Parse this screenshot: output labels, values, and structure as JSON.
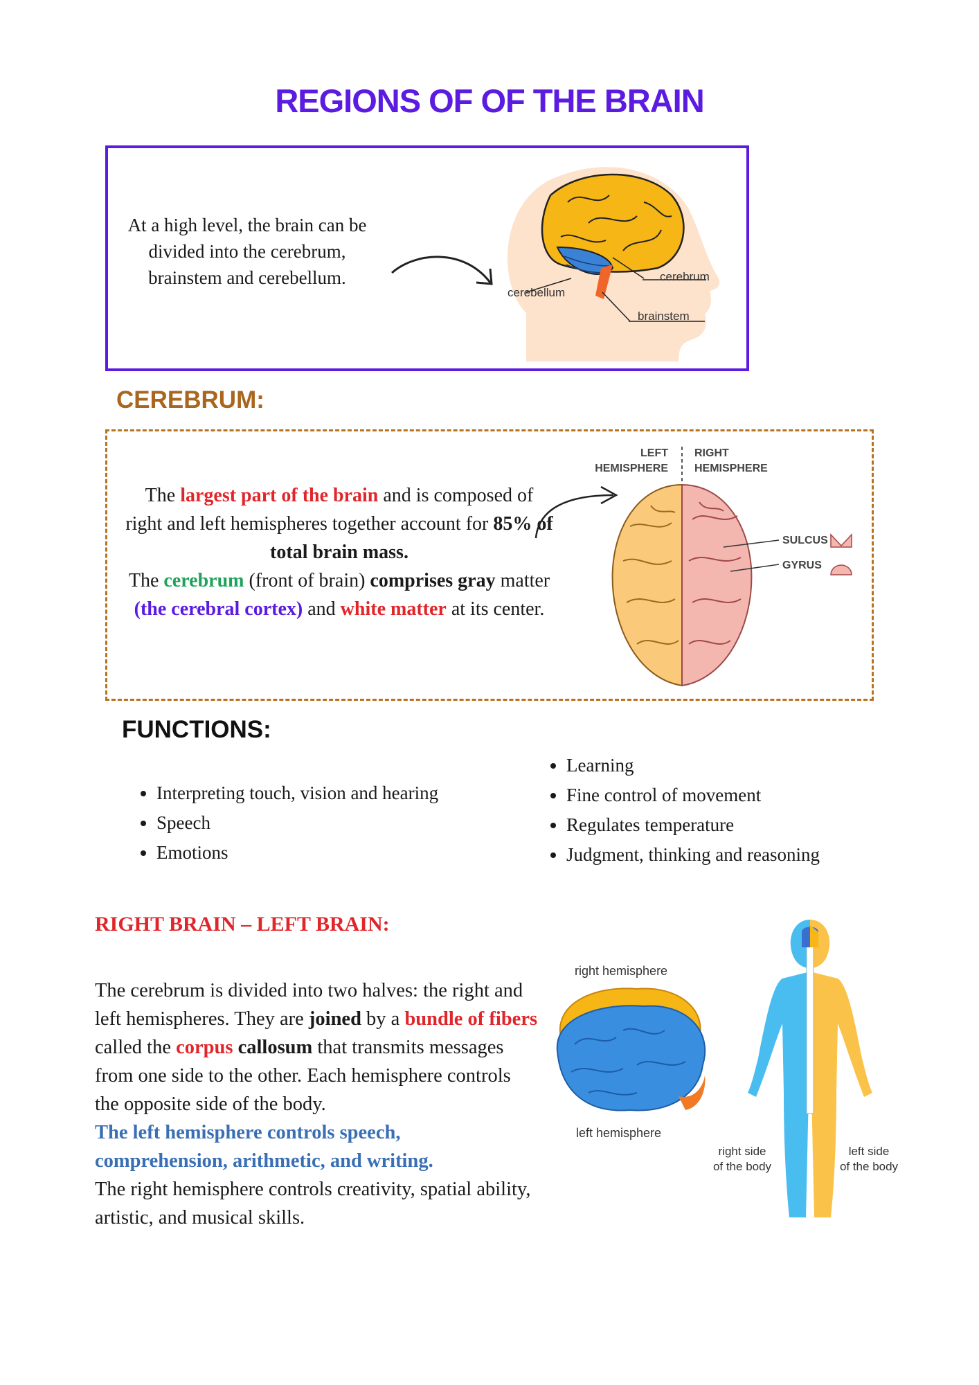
{
  "title": "REGIONS OF  OF THE BRAIN",
  "intro": {
    "text": "At a high level, the brain can be divided into the cerebrum, brainstem and cerebellum.",
    "labels": {
      "cerebrum": "cerebrum",
      "cerebellum": "cerebellum",
      "brainstem": "brainstem"
    }
  },
  "cerebrum": {
    "heading": "CEREBRUM:",
    "p1": [
      "The ",
      "largest part of the brain",
      " and is composed of right and left hemispheres together account for ",
      "85% of total brain mass."
    ],
    "p2": [
      "The ",
      "cerebrum",
      " (front of brain) ",
      "comprises gray",
      " matter ",
      "(the cerebral cortex)",
      " and ",
      "white matter",
      " at its center."
    ],
    "diagram": {
      "left_label_1": "LEFT",
      "left_label_2": "HEMISPHERE",
      "right_label_1": "RIGHT",
      "right_label_2": "HEMISPHERE",
      "sulcus": "SULCUS",
      "gyrus": "GYRUS"
    }
  },
  "functions": {
    "heading": "FUNCTIONS:",
    "left": [
      "Interpreting touch, vision and hearing",
      "Speech",
      "Emotions"
    ],
    "right": [
      "Learning",
      "Fine control of movement",
      "Regulates temperature",
      "Judgment, thinking and reasoning"
    ]
  },
  "right_left": {
    "heading": "RIGHT BRAIN – LEFT BRAIN:",
    "p1": [
      "The cerebrum is divided into two halves: the right and left hemispheres. They are ",
      "joined",
      " by a ",
      "bundle of fibers",
      " called the ",
      "corpus",
      " ",
      "callosum",
      " that transmits messages from one side to the other. Each hemisphere controls the opposite side of the body."
    ],
    "p2": "The left hemisphere controls speech, comprehension, arithmetic, and writing.",
    "p3": "The right hemisphere controls creativity, spatial ability, artistic, and musical skills.",
    "labels": {
      "right_hemisphere": "right hemisphere",
      "left_hemisphere": "left hemisphere",
      "right_side_1": "right side",
      "right_side_2": "of the body",
      "left_side_1": "left side",
      "left_side_2": "of the body"
    }
  }
}
